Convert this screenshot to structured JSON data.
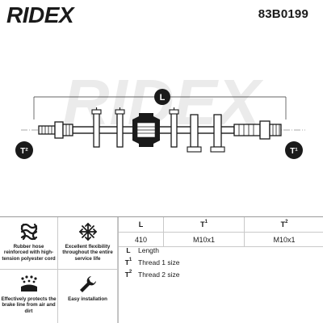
{
  "brand": {
    "name": "RIDEX"
  },
  "header": {
    "part_number": "83B0199"
  },
  "drawing": {
    "length_label": "L",
    "left_end_label": "T²",
    "right_end_label": "T¹"
  },
  "features": [
    {
      "icon": "woven-mesh-icon",
      "text": "Rubber hose reinforced with high-tension polyester cord"
    },
    {
      "icon": "flex-arrows-icon",
      "text": "Excellent flexibility throughout the entire service life"
    },
    {
      "icon": "dust-shield-icon",
      "text": "Effectively protects the brake line from air and dirt"
    },
    {
      "icon": "wrench-icon",
      "text": "Easy installation"
    }
  ],
  "spec_table": {
    "columns": [
      {
        "base": "L",
        "sup": ""
      },
      {
        "base": "T",
        "sup": "1"
      },
      {
        "base": "T",
        "sup": "2"
      }
    ],
    "values": [
      "410",
      "M10x1",
      "M10x1"
    ]
  },
  "legend": [
    {
      "symbol": "L",
      "sup": "",
      "text": "Length"
    },
    {
      "symbol": "T",
      "sup": "1",
      "text": "Thread 1 size"
    },
    {
      "symbol": "T",
      "sup": "2",
      "text": "Thread 2 size"
    }
  ],
  "colors": {
    "ink": "#1a1a1a",
    "hose": "#2b2b2b",
    "watermark": "#e8e8e8"
  }
}
